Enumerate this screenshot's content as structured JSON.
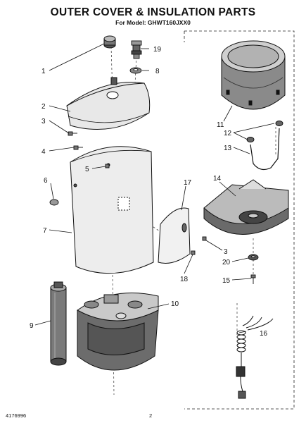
{
  "title": "OUTER COVER & INSULATION PARTS",
  "subtitle": "For Model: GHWT160JXX0",
  "footer": {
    "part_number": "4176996",
    "page": "2"
  },
  "callouts": [
    {
      "id": "1",
      "part": "filter-cap"
    },
    {
      "id": "2",
      "part": "top-cover"
    },
    {
      "id": "3",
      "part": "screw"
    },
    {
      "id": "4",
      "part": "screw"
    },
    {
      "id": "5",
      "part": "screw"
    },
    {
      "id": "6",
      "part": "plug-button"
    },
    {
      "id": "7",
      "part": "outer-shell"
    },
    {
      "id": "8",
      "part": "nut"
    },
    {
      "id": "9",
      "part": "filter-cartridge"
    },
    {
      "id": "10",
      "part": "base-assembly"
    },
    {
      "id": "11",
      "part": "top-insulation"
    },
    {
      "id": "12",
      "part": "plugs"
    },
    {
      "id": "13",
      "part": "tube"
    },
    {
      "id": "14",
      "part": "bottom-tray"
    },
    {
      "id": "15",
      "part": "screw"
    },
    {
      "id": "16",
      "part": "power-cord"
    },
    {
      "id": "17",
      "part": "access-panel"
    },
    {
      "id": "18",
      "part": "screw"
    },
    {
      "id": "19",
      "part": "fitting"
    },
    {
      "id": "20",
      "part": "grommet"
    },
    {
      "id": "3",
      "part": "screw-right"
    }
  ]
}
